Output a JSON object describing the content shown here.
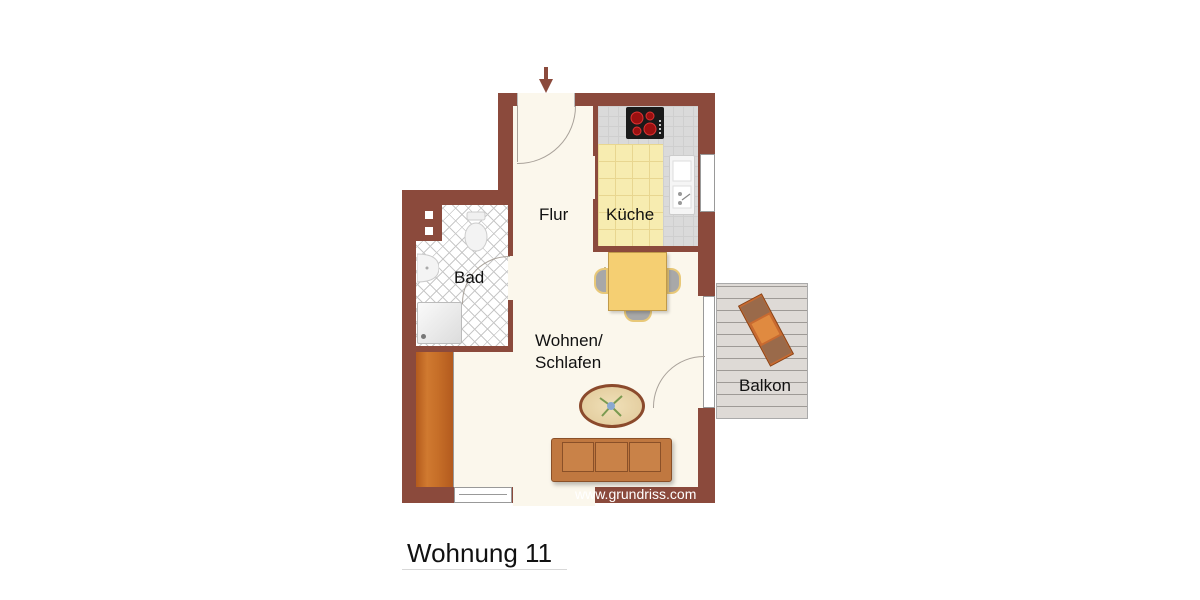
{
  "plan": {
    "title": "Wohnung 11",
    "watermark": "www.grundriss.com",
    "rooms": [
      {
        "id": "flur",
        "label": "Flur"
      },
      {
        "id": "kueche",
        "label": "Küche"
      },
      {
        "id": "bad",
        "label": "Bad"
      },
      {
        "id": "wohnen",
        "label_line1": "Wohnen/",
        "label_line2": "Schlafen"
      },
      {
        "id": "balkon",
        "label": "Balkon"
      }
    ],
    "entrance_icon": "arrow-down-icon",
    "colors": {
      "wall": "#8b4a3c",
      "floor": "#fbf7ec",
      "kitchen_tile": "#f7ecb0",
      "balcony_deck": "#dedad6",
      "sofa": "#c07840",
      "wardrobe": "#c66e28"
    }
  }
}
